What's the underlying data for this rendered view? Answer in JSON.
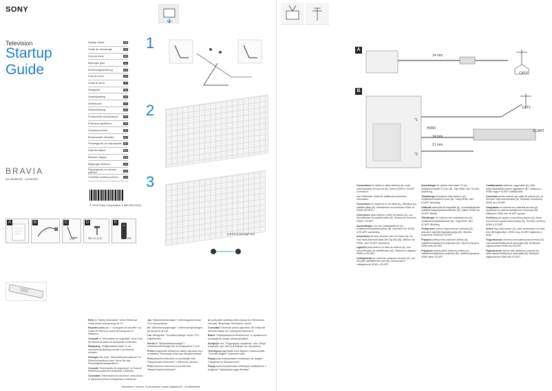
{
  "brand": "SONY",
  "product_type": "Television",
  "title": "Startup Guide",
  "logo_bravia": "BRAVIA",
  "model_numbers": "KD-55X8005C / 49X8005C",
  "copyright": "© 2015 Sony Corporation  4-555-903-12(1)",
  "languages": [
    {
      "label": "Startup Guide",
      "code": "GB"
    },
    {
      "label": "Guide de démarrage",
      "code": "FR"
    },
    {
      "label": "Guía de inicio",
      "code": "ES"
    },
    {
      "label": "Beknopte gids",
      "code": "NL"
    },
    {
      "label": "Einführungsanleitung",
      "code": "DE"
    },
    {
      "label": "Guia de início",
      "code": "PT"
    },
    {
      "label": "Guida di avvio",
      "code": "IT"
    },
    {
      "label": "Startguide",
      "code": "SE"
    },
    {
      "label": "Startvejledning",
      "code": "DK"
    },
    {
      "label": "Aloitusopas",
      "code": "FI"
    },
    {
      "label": "Startveiledning",
      "code": "NO"
    },
    {
      "label": "Przewodnik uruchamiania",
      "code": "PL"
    },
    {
      "label": "Průvodce spuštěním",
      "code": "CZ"
    },
    {
      "label": "Úvodná príručka",
      "code": "SK"
    },
    {
      "label": "Beüzemelési útmutató",
      "code": "HU"
    },
    {
      "label": "Ръководство за стартиране",
      "code": "BG"
    },
    {
      "label": "Ghid de initiere",
      "code": "RO"
    },
    {
      "label": "Βασικός οδηγός",
      "code": "GR"
    },
    {
      "label": "Başlangıç Kılavuzu",
      "code": "TR"
    },
    {
      "label": "Руководство по началу работы",
      "code": "RU"
    },
    {
      "label": "Посібник початку роботи",
      "code": "UA"
    }
  ],
  "accessory_labels": [
    "A",
    "B",
    "C",
    "D",
    "E"
  ],
  "accessory_notes": {
    "c_qty": "(x 2)",
    "d_qty": "M6 x 12 (x 4)",
    "e_note": "RM-"
  },
  "step_numbers": [
    "1",
    "2",
    "3"
  ],
  "screw_label": "1.5 N·m {15 kgf·cm}",
  "right_sections": [
    "A",
    "B"
  ],
  "diagram_labels": {
    "cable_length": "14 mm",
    "cable_length2": "21 mm",
    "catv": "CATV",
    "hdmi": "HDMI",
    "scart": "SCART",
    "note1": "*1",
    "note2": "*2"
  },
  "bottom_texts": {
    "col1": [
      {
        "head": "Refer",
        "text": "to \"Safety Information\" in the Reference Guide before transporting the TV."
      },
      {
        "head": "Reportez-vous",
        "text": "aux « Consignes de sécurité » du Guide de référence avant de transporter le téléviseur."
      },
      {
        "head": "Consulte",
        "text": "la \"Información de seguridad\" de la Guía de referencia antes de transportar el televisor."
      },
      {
        "head": "Raadpleeg",
        "text": "\"Veiligheidsinformatie\" in de referentiehandleiding voordat u de televisie vervoert."
      },
      {
        "head": "Schlagen",
        "text": "Sie unter „Sicherheitsinformationen\" im Referenzhandbuch nach, bevor Sie das Fernsehgerät transportieren."
      },
      {
        "head": "Consulte",
        "text": "\"Informações de segurança\" no Guia de Referência antes de transportar o televisor."
      },
      {
        "head": "Consultare",
        "text": "\"Informazioni di sicurezza\" nella Guida di riferimento prima di trasportare il televisore."
      }
    ],
    "col2": [
      {
        "head": "Läs",
        "text": "\"Säkerhetsinformation\" i referensguiden innan TV:n transporteras."
      },
      {
        "head": "Se",
        "text": "\"Sikkerhedsoplysninger\" i referencevejledningen, før transport af tv'et."
      },
      {
        "head": "Lue",
        "text": "viiteoppaan \"Turvallisuustietoja\" ennen TV:n kuljettamista."
      },
      {
        "head": "Henvis",
        "text": "til \"Sikkerhetsinformasjon\" i referanseveiledningen før du transporterer TV-en."
      },
      {
        "head": "Przed",
        "text": "transportem telewizora należy zapoznać się z rozdziałem \"Informacje dotyczące bezpieczeństwa\"."
      },
      {
        "head": "Před",
        "text": "přepravou televizoru si prostudujte část \"Bezpečnostní informace\" v referenční příručce."
      },
      {
        "head": "Pred",
        "text": "prepravou televízora si pozrite časť \"Bezpečnostné informácie\"."
      }
    ],
    "col3": [
      {
        "head": "A",
        "text": "tv-készülék szállítása előtt olvassa el a Referencia útmutató \"Biztonsági információk\" részét."
      },
      {
        "head": "Consultați",
        "text": "\"Informații privind siguranța\" din Ghidul de referință înainte de a transporta televizorul."
      },
      {
        "head": "Вижте",
        "text": "\"Информация за безопасност\" в справочното ръководство преди транспортиране."
      },
      {
        "head": "Ανατρέξτε",
        "text": "στις \"Πληροφορίες ασφάλειας\" στον Οδηγό αναφοράς πριν από τη μεταφορά της τηλεόρασης."
      },
      {
        "head": "Televizyonu",
        "text": "taşımadan önce Başvuru Kılavuzundaki \"Güvenlik Bilgileri\" bölümüne bakın."
      },
      {
        "head": "Перед",
        "text": "транспортировкой телевизора см. раздел \"Сведения по безопасности\"."
      },
      {
        "head": "Перед",
        "text": "транспортуванням телевізора ознайомтеся з розділом \"Інформація щодо безпеки\"."
      }
    ]
  },
  "right_texts": {
    "col1": [
      {
        "head": "Connections",
        "text": "for aerial or cable antenna (A), multi-antenna/cable set-top box (B). Select HDMI or SCART connection."
      },
      {
        "head": "",
        "text": "See Reference Guide for additional connection information."
      },
      {
        "head": "Connexions",
        "text": "de l'antenne ou du câble (A), décodeur par satellite/câble (B). Sélectionnez la connexion HDMI ou Péritel (SCART)."
      },
      {
        "head": "Conexiones",
        "text": "para antena o cable de antena (A), con decodificador de satélite/cable (B). Seleccione conexión HDMI o SCART."
      },
      {
        "head": "Aansluitingen",
        "text": "voor een (kabel)antenne (A), multiantenne/kabelsettopbox (B). Selecteer een HDMI- of SCART-aansluiting."
      },
      {
        "head": "Anschlüsse",
        "text": "für eine Antenne oder ein Kabel (A), für eine Multi-Antenne/Kabel-Set-Top-Box (B). Wählen Sie HDMI- oder SCART-Anschluss."
      },
      {
        "head": "Ligações",
        "text": "para antena ou cabo de antena (A), com descodificador de satélite/cabo (B). Selecione a ligação HDMI ou SCART."
      },
      {
        "head": "Collegamenti",
        "text": "per antenna o antenna via cavo (A), con decoder satellitare/via cavo (B). Selezionare il collegamento HDMI o SCART."
      }
    ],
    "col2": [
      {
        "head": "Anslutningar",
        "text": "för antenn eller kabel-TV (A), multiantenn/kabel-TV-box (B). Välj HDMI- eller SCART-anslutning."
      },
      {
        "head": "Tilslutninger",
        "text": "til antenne eller kabel-tv (A), multiantenne/kabel-tv-boks (B). Vælg HDMI- eller SCART-tilslutning."
      },
      {
        "head": "Liitännät",
        "text": "antennille tai kaapelille (A), monikanavaiselle satelliitti-/kaapelivastaanottimelle (B). Valitse HDMI- tai SCART-liitäntä."
      },
      {
        "head": "Tilkoblinger",
        "text": "for antenne eller kabelantenne (A), multiantenne/kabeldekoder (B). Velg HDMI- eller SCART-tilkobling."
      },
      {
        "head": "Podłączenie",
        "text": "anteny naziemnej lub kablowej (A), dekodera satelitarnego/kablowego (B). Wybierz połączenie HDMI lub SCART."
      },
      {
        "head": "Připojení",
        "text": "antény nebo kabelové antény (A), satelitního/kabelového přijímače (B). Vyberte připojení HDMI nebo SCART."
      },
      {
        "head": "Pripojenie",
        "text": "antény alebo káblovej antény (A), satelitného/káblového prijímača (B). Vyberte pripojenie HDMI alebo SCART."
      }
    ],
    "col3": [
      {
        "head": "Csatlakozások",
        "text": "antenna- vagy kábel (A), több antennás/kábeles beltéri egységhez (B). Válassza a HDMI vagy a SCART csatlakozást."
      },
      {
        "head": "Conexiuni",
        "text": "pentru antenă sau cablu de antenă (A), cu decodor multi-antenă/cablu (B). Selectați conexiunea HDMI sau SCART."
      },
      {
        "head": "Свързване",
        "text": "на антена или кабелна антена (A), приемник за сателитна/кабелна телевизия (B). Изберете HDMI или SCART връзка."
      },
      {
        "head": "Συνδέσεις",
        "text": "για κεραία ή καλωδιακή κεραία (A), δέκτη πολλαπλών κεραιών/καλωδιακής (B). Επιλέξτε σύνδεση HDMI ή SCART."
      },
      {
        "head": "Anten",
        "text": "veya kablo anten (A), çoklu anten/kablo set üstü kutu (B) bağlantıları. HDMI veya SCART bağlantısını seçin."
      },
      {
        "head": "Подключение",
        "text": "антенны или кабельной антенны (A), спутниковой/кабельной приставки (B). Выберите подключение HDMI или SCART."
      },
      {
        "head": "Підключення",
        "text": "антени або кабельної антени (A), супутникової/кабельної приставки (B). Виберіть підключення HDMI або SCART."
      }
    ]
  },
  "footer": "Напечатано Україна. Установлений термін придатності : необмежений."
}
